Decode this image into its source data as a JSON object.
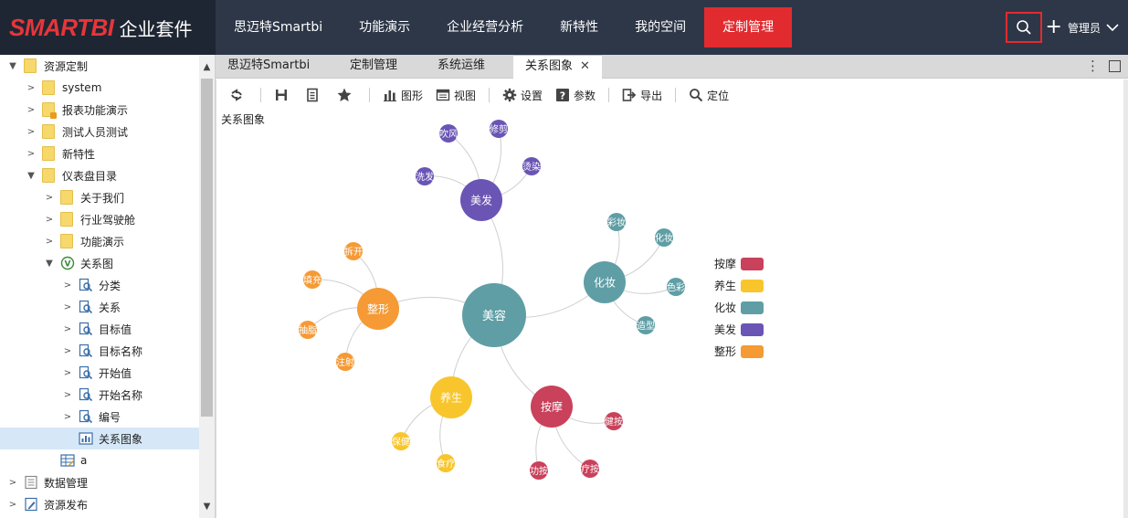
{
  "logo": {
    "brand": "SMARTBI",
    "suite": "企业套件"
  },
  "nav": [
    {
      "label": "思迈特Smartbi",
      "active": false
    },
    {
      "label": "功能演示",
      "active": false
    },
    {
      "label": "企业经营分析",
      "active": false
    },
    {
      "label": "新特性",
      "active": false
    },
    {
      "label": "我的空间",
      "active": false
    },
    {
      "label": "定制管理",
      "active": true
    }
  ],
  "user": {
    "name": "管理员"
  },
  "sidebar": {
    "items": [
      {
        "label": "资源定制",
        "level": 0,
        "expanded": true,
        "icon": "folder"
      },
      {
        "label": "system",
        "level": 1,
        "expanded": false,
        "icon": "folder"
      },
      {
        "label": "报表功能演示",
        "level": 1,
        "expanded": false,
        "icon": "folder-lock"
      },
      {
        "label": "测试人员测试",
        "level": 1,
        "expanded": false,
        "icon": "folder"
      },
      {
        "label": "新特性",
        "level": 1,
        "expanded": false,
        "icon": "folder"
      },
      {
        "label": "仪表盘目录",
        "level": 1,
        "expanded": true,
        "icon": "folder"
      },
      {
        "label": "关于我们",
        "level": 2,
        "expanded": false,
        "icon": "folder"
      },
      {
        "label": "行业驾驶舱",
        "level": 2,
        "expanded": false,
        "icon": "folder"
      },
      {
        "label": "功能演示",
        "level": 2,
        "expanded": false,
        "icon": "folder"
      },
      {
        "label": "关系图",
        "level": 2,
        "expanded": true,
        "icon": "dashboard"
      },
      {
        "label": "分类",
        "level": 3,
        "expanded": false,
        "icon": "query"
      },
      {
        "label": "关系",
        "level": 3,
        "expanded": false,
        "icon": "query"
      },
      {
        "label": "目标值",
        "level": 3,
        "expanded": false,
        "icon": "query"
      },
      {
        "label": "目标名称",
        "level": 3,
        "expanded": false,
        "icon": "query"
      },
      {
        "label": "开始值",
        "level": 3,
        "expanded": false,
        "icon": "query"
      },
      {
        "label": "开始名称",
        "level": 3,
        "expanded": false,
        "icon": "query"
      },
      {
        "label": "编号",
        "level": 3,
        "expanded": false,
        "icon": "query"
      },
      {
        "label": "关系图象",
        "level": 3,
        "expanded": null,
        "icon": "chart",
        "selected": true
      },
      {
        "label": "a",
        "level": 2,
        "expanded": null,
        "icon": "sheet"
      },
      {
        "label": "数据管理",
        "level": 0,
        "expanded": false,
        "icon": "doc"
      },
      {
        "label": "资源发布",
        "level": 0,
        "expanded": false,
        "icon": "doc-edit"
      }
    ]
  },
  "tabs": [
    {
      "label": "思迈特Smartbi",
      "active": false
    },
    {
      "label": "定制管理",
      "active": false
    },
    {
      "label": "系统运维",
      "active": false
    },
    {
      "label": "关系图象",
      "active": true,
      "closable": true
    }
  ],
  "toolbar": {
    "chart_label": "图形",
    "view_label": "视图",
    "settings_label": "设置",
    "params_label": "参数",
    "export_label": "导出",
    "locate_label": "定位"
  },
  "page_title": "关系图象",
  "chart_data": {
    "type": "graph",
    "root": {
      "name": "美容",
      "color": "#5f9ea5"
    },
    "categories": [
      {
        "name": "按摩",
        "color": "#c9415a",
        "children": [
          "健按",
          "疗按",
          "功按"
        ]
      },
      {
        "name": "养生",
        "color": "#f8c52c",
        "children": [
          "保健",
          "食疗"
        ]
      },
      {
        "name": "化妆",
        "color": "#5f9ea5",
        "children": [
          "彩妆",
          "化妆",
          "色彩",
          "造型"
        ]
      },
      {
        "name": "美发",
        "color": "#6a55b5",
        "children": [
          "吹风",
          "修剪",
          "烫染",
          "洗发"
        ]
      },
      {
        "name": "整形",
        "color": "#f59a35",
        "children": [
          "拆开",
          "填充",
          "抽脂",
          "注射"
        ]
      }
    ],
    "legend": [
      "按摩",
      "养生",
      "化妆",
      "美发",
      "整形"
    ],
    "legend_position": "right"
  }
}
